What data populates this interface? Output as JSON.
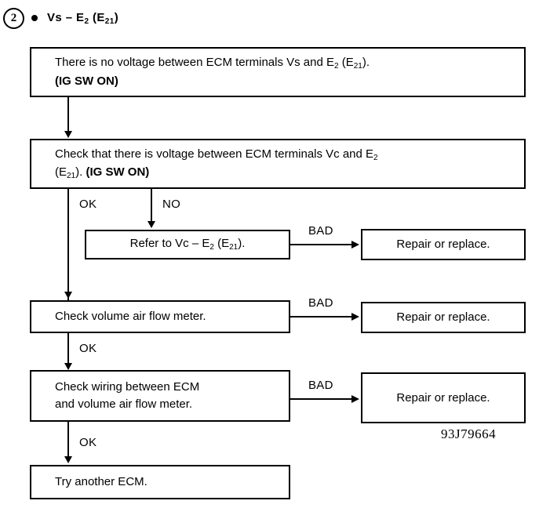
{
  "header": {
    "step_number": "2",
    "bullet": "bullet-dot",
    "title_html": "Vs – E<sub>2</sub> (E<sub>21</sub>)"
  },
  "reference_code": "93J79664",
  "nodes": {
    "symptom": {
      "text_html": "There is no voltage between ECM terminals Vs and E<sub>2</sub> (E<sub>21</sub>).<br><b>(IG SW ON)</b>"
    },
    "check_vc": {
      "text_html": "Check that there is voltage between ECM terminals Vc and E<sub>2</sub><br>(E<sub>21</sub>). <b>(IG SW ON)</b>"
    },
    "refer_vc": {
      "text_html": "Refer to Vc – E<sub>2</sub> (E<sub>21</sub>)."
    },
    "repair_1": {
      "text_html": "Repair or replace."
    },
    "check_meter": {
      "text_html": "Check volume air flow meter."
    },
    "repair_2": {
      "text_html": "Repair or replace."
    },
    "check_wiring": {
      "text_html": "Check wiring between ECM<br>and volume air flow meter."
    },
    "repair_3": {
      "text_html": "Repair or replace."
    },
    "try_ecm": {
      "text_html": "Try another ECM."
    }
  },
  "edge_labels": {
    "ok_1": "OK",
    "no_1": "NO",
    "bad_1": "BAD",
    "bad_2": "BAD",
    "ok_2": "OK",
    "bad_3": "BAD",
    "ok_3": "OK"
  }
}
